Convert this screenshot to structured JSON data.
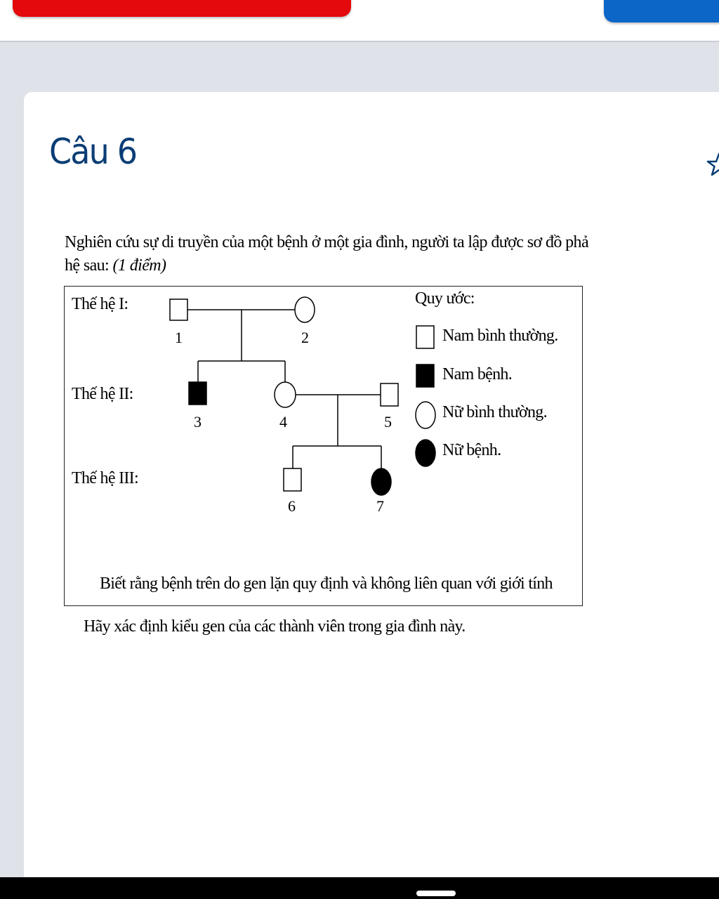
{
  "question": {
    "title": "Câu 6",
    "text": "Nghiên cứu sự di truyền của một bệnh ở một gia đình, người ta lập được sơ đồ phả hệ sau:",
    "points": "(1 điểm)",
    "ask": "Hãy xác định kiểu gen của các thành viên trong gia đình này."
  },
  "pedigree": {
    "gen1_label": "Thế hệ I:",
    "gen2_label": "Thế hệ II:",
    "gen3_label": "Thế hệ III:",
    "individuals": {
      "n1": "1",
      "n2": "2",
      "n3": "3",
      "n4": "4",
      "n5": "5",
      "n6": "6",
      "n7": "7"
    },
    "legend": {
      "title": "Quy ước:",
      "male_normal": "Nam bình thường.",
      "male_affected": "Nam bệnh.",
      "female_normal": "Nữ bình thường.",
      "female_affected": "Nữ bệnh."
    },
    "note": "Biết rằng bệnh trên do gen lặn quy định và không liên quan với giới tính"
  },
  "colors": {
    "title": "#0a3d75",
    "red_button": "#e3090c",
    "blue_button": "#0b66c8"
  },
  "icons": {
    "bookmark": "star-icon"
  }
}
